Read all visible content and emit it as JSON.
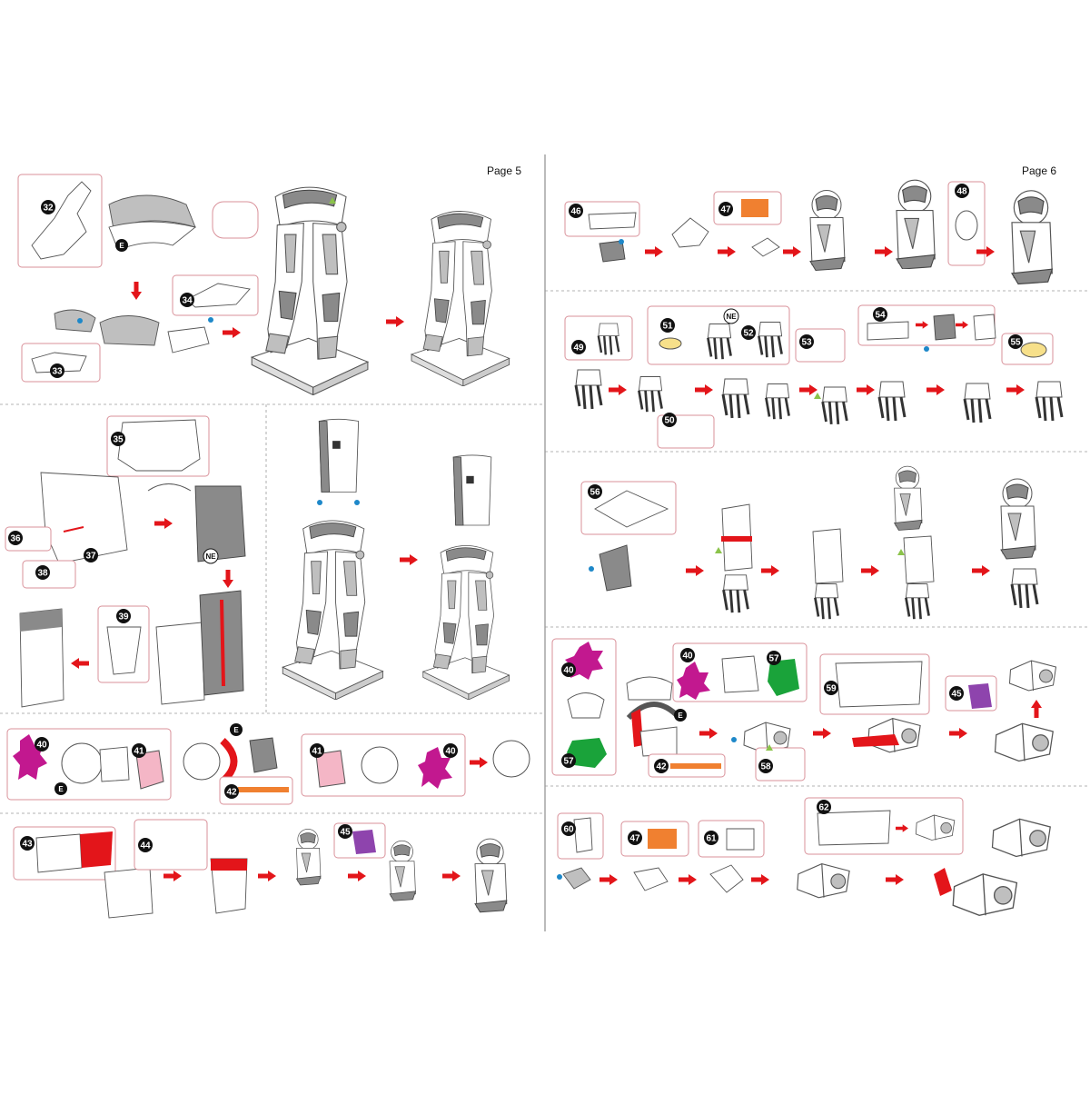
{
  "pages": {
    "left": {
      "label": "Page 5"
    },
    "right": {
      "label": "Page 6"
    }
  },
  "colors": {
    "arrow": "#e3151a",
    "box_border": "#d9919a",
    "badge": "#111111",
    "dot_blue": "#1e88c9",
    "tri_green": "#8bc34a",
    "part_pink": "#f4b6c6",
    "part_magenta": "#c2188f",
    "part_purple": "#8e44ad",
    "part_orange": "#f08030",
    "part_green": "#1aa33a",
    "part_yellow": "#f7e08a",
    "part_red": "#e3151a",
    "part_grey": "#bfbfbf"
  },
  "steps": {
    "s32": "32",
    "s33": "33",
    "s34": "34",
    "s35": "35",
    "s36": "36",
    "s37": "37",
    "s38": "38",
    "s39": "39",
    "s40a": "40",
    "s40b": "40",
    "s40c": "40",
    "s40d": "40",
    "s41a": "41",
    "s41b": "41",
    "s42a": "42",
    "s42b": "42",
    "s43": "43",
    "s44": "44",
    "s45a": "45",
    "s45b": "45",
    "s46": "46",
    "s47a": "47",
    "s47b": "47",
    "s48": "48",
    "s49": "49",
    "s50": "50",
    "s51": "51",
    "s52": "52",
    "s53": "53",
    "s54": "54",
    "s55": "55",
    "s56": "56",
    "s57a": "57",
    "s57b": "57",
    "s58": "58",
    "s59": "59",
    "s60": "60",
    "s61": "61",
    "s62": "62"
  },
  "badges": {
    "e1": "E",
    "e2": "E",
    "e3": "E",
    "e4": "E",
    "ne1": "NE",
    "ne2": "NE"
  },
  "icons": {
    "step_badge": "filled-black-circle",
    "arrow": "red-arrow",
    "pin_dot": "blue-dot",
    "align_mark": "green-triangle"
  }
}
